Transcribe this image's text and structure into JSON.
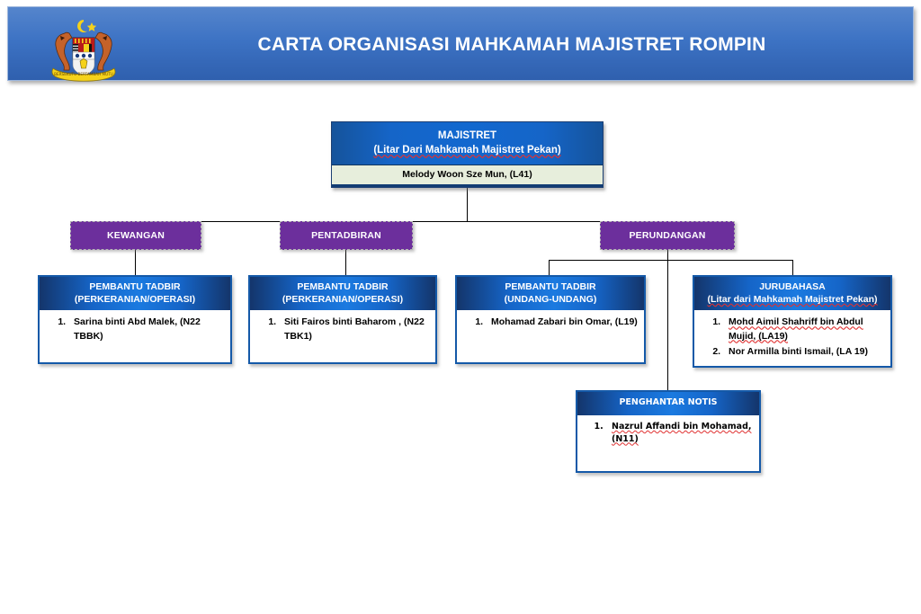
{
  "header": {
    "title": "CARTA ORGANISASI MAHKAMAH MAJISTRET ROMPIN",
    "crest_icon": "malaysia-coat-of-arms-icon",
    "background_color": "#3d73c4"
  },
  "colors": {
    "banner_blue": "#3d73c4",
    "box_blue": "#1565c8",
    "box_blue_dark": "#14356b",
    "division_purple": "#6c2f9c",
    "name_strip_green": "#e7eedc",
    "spellcheck_red": "#e03131"
  },
  "chart": {
    "root": {
      "title": "MAJISTRET",
      "subtitle": "(Litar Dari Mahkamah Majistret Pekan)",
      "holder": "Melody Woon Sze Mun, (L41)"
    },
    "divisions": [
      {
        "label": "KEWANGAN"
      },
      {
        "label": "PENTADBIRAN"
      },
      {
        "label": "PERUNDANGAN"
      }
    ],
    "units": [
      {
        "title": "PEMBANTU TADBIR",
        "subtitle": "(PERKERANIAN/OPERASI)",
        "staff": [
          "Sarina binti  Abd Malek, (N22 TBBK)"
        ]
      },
      {
        "title": "PEMBANTU TADBIR",
        "subtitle": "(PERKERANIAN/OPERASI)",
        "staff": [
          "Siti Fairos binti Baharom , (N22 TBK1)"
        ]
      },
      {
        "title": "PEMBANTU TADBIR",
        "subtitle": "(UNDANG-UNDANG)",
        "staff": [
          "Mohamad Zabari bin Omar, (L19)"
        ]
      },
      {
        "title": "JURUBAHASA",
        "subtitle": "(Litar dari Mahkamah Majistret Pekan)",
        "staff": [
          "Mohd Aimil Shahriff bin Abdul Mujid, (LA19)",
          "Nor Armilla binti Ismail, (LA 19)"
        ]
      },
      {
        "title": "PENGHANTAR NOTIS",
        "subtitle": "",
        "staff": [
          "Nazrul Affandi bin Mohamad, (N11)"
        ]
      }
    ]
  }
}
